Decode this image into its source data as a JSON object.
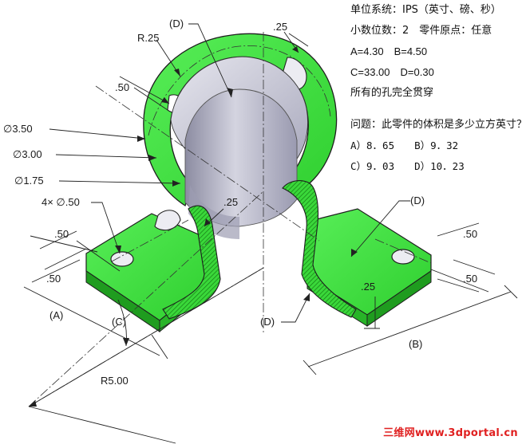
{
  "problem": {
    "unit_line": "单位系统：IPS（英寸、磅、秒）",
    "decimals_line": "小数位数：2　零件原点：任意",
    "params_ab": "A=4.30　B=4.50",
    "params_cd": "C=33.00　D=0.30",
    "holes_line": "所有的孔完全贯穿",
    "question_line": "问题：此零件的体积是多少立方英寸？",
    "options_ab": "A）8．65　　B）9．32",
    "options_cd": "C）9．03　　D）10．23"
  },
  "labels": {
    "d_top": "(D)",
    "r25": "R.25",
    "dim_25_top": ".25",
    "dim_50_left_top": ".50",
    "dia_350": "∅3.50",
    "dia_300": "∅3.00",
    "dia_175": "∅1.75",
    "holes": "4× ∅.50",
    "dim_25_mid": ".25",
    "d_right": "(D)",
    "dim_50_left1": ".50",
    "dim_50_left2": ".50",
    "dim_50_right1": ".50",
    "dim_50_right2": ".50",
    "dim_25_right": ".25",
    "a": "(A)",
    "c": "(C)",
    "d_bottom": "(D)",
    "b": "(B)",
    "r500": "R5.00"
  },
  "watermark": "三维网www.3dportal.cn",
  "colors": {
    "green": "#3ee23e",
    "green_dark": "#1e8f1e",
    "bore": "#b4b4c6",
    "bore_dark": "#7c7c92",
    "line": "#222222"
  }
}
